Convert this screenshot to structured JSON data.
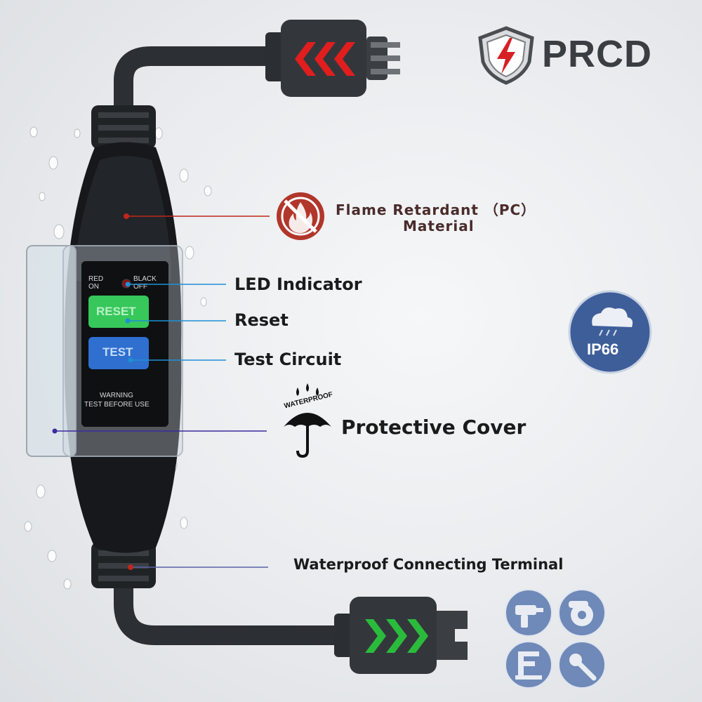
{
  "brand": {
    "name": "PRCD"
  },
  "device": {
    "indicator_on": "RED\nON",
    "indicator_off": "BLACK\nOFF",
    "reset_button": "RESET",
    "test_button": "TEST",
    "warning_line1": "WARNING",
    "warning_line2": "TEST BEFORE USE"
  },
  "features": {
    "flame_line1": "Flame Retardant （PC）",
    "flame_line2": "Material",
    "led": "LED Indicator",
    "reset": "Reset",
    "test": "Test Circuit",
    "cover": "Protective Cover",
    "terminal": "Waterproof Connecting Terminal"
  },
  "badges": {
    "ip_rating": "IP66",
    "waterproof": "WATERPROOF"
  },
  "icons": [
    "shield-lightning-icon",
    "no-fire-icon",
    "rain-cloud-icon",
    "umbrella-icon",
    "drill-icon",
    "circular-saw-icon",
    "planer-icon",
    "angle-grinder-icon"
  ],
  "colors": {
    "label_line": "#1f8fd6",
    "accent_red": "#c0261d",
    "accent_green": "#2bbb3c",
    "reset_green": "#37c75b",
    "test_blue": "#2f6fcf",
    "badge_blue": "#3e5e9a"
  }
}
